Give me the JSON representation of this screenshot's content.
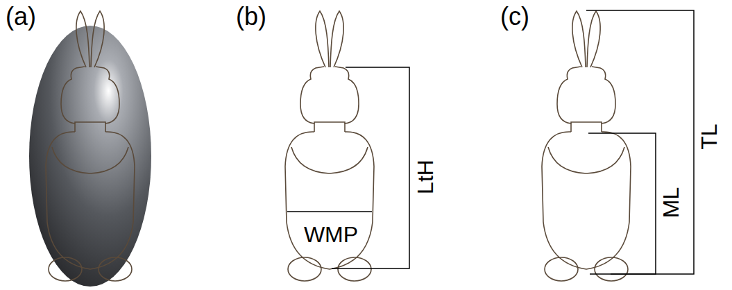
{
  "diagram": {
    "labels": [
      "(a)",
      "(b)",
      "(c)",
      "WMP",
      "LtH",
      "ML",
      "TL"
    ]
  }
}
